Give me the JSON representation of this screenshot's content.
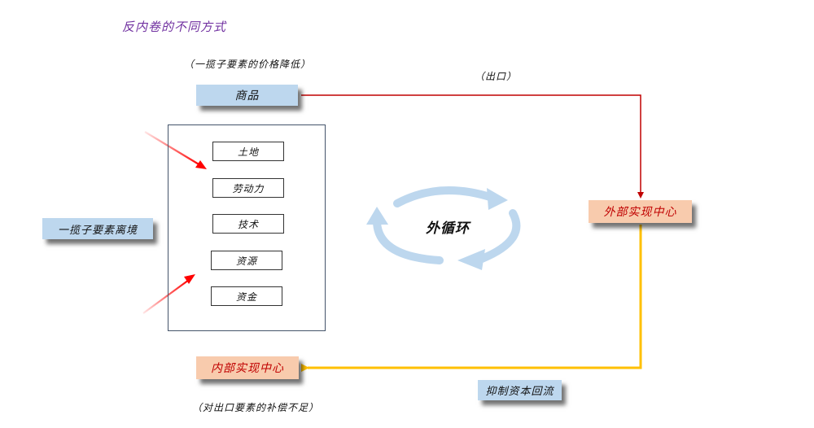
{
  "title": "反内卷的不同方式",
  "notes": {
    "price_drop": "（一揽子要素的价格降低）",
    "export": "（出口）",
    "compensation": "（对出口要素的补偿不足）"
  },
  "nodes": {
    "goods": "商品",
    "factor_outflow": "一揽子要素离境",
    "external_center": "外部实现中心",
    "internal_center": "内部实现中心",
    "capital_return": "抑制资本回流",
    "cycle": "外循环"
  },
  "factors": [
    {
      "label": "土地"
    },
    {
      "label": "劳动力"
    },
    {
      "label": "技术"
    },
    {
      "label": "资源"
    },
    {
      "label": "资金"
    }
  ],
  "colors": {
    "title": "#7030a0",
    "blue_box": "#bdd7ee",
    "orange_box": "#f8cbad",
    "orange_text": "#c00000",
    "export_line": "#c00000",
    "return_line": "#ffc000",
    "cycle_arrows": "#bdd7ee",
    "pointer_arrows": "#ff0000",
    "frame": "#44546a"
  }
}
